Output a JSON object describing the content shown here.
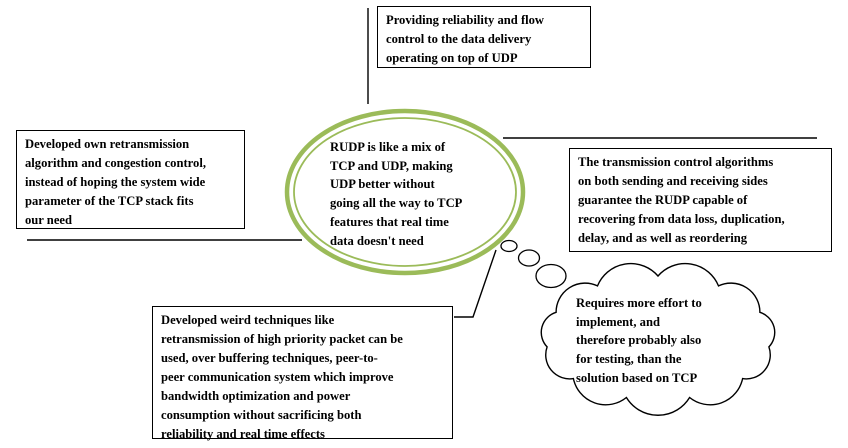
{
  "colors": {
    "bubble_border": "#9bbb59",
    "box_border": "#000000",
    "connector_line": "#000000",
    "text": "#000000",
    "background": "#ffffff"
  },
  "center_bubble": {
    "lines": [
      "RUDP is like a mix of",
      "TCP and UDP, making",
      "UDP better without",
      "going all the way to TCP",
      "features that real time",
      "data doesn't need"
    ]
  },
  "callouts": {
    "top": {
      "lines": [
        "Providing reliability and flow",
        "control to the data delivery",
        "operating on top of UDP"
      ]
    },
    "left": {
      "lines": [
        "Developed own retransmission",
        "algorithm and congestion control,",
        "instead of hoping the system wide",
        "parameter of the TCP stack fits",
        "our need"
      ]
    },
    "right": {
      "lines": [
        "The transmission control algorithms",
        "on both sending and receiving sides",
        "guarantee the RUDP capable of",
        "recovering from data loss, duplication,",
        "delay, and as well as reordering"
      ]
    },
    "bottom": {
      "lines": [
        "Developed weird techniques like",
        "retransmission of high priority packet can be",
        "used, over buffering techniques, peer-to-",
        "peer communication system which improve",
        "bandwidth optimization and power",
        "consumption without sacrificing both",
        "reliability and real time effects"
      ]
    },
    "cloud": {
      "lines": [
        "Requires more effort to",
        "implement, and",
        "therefore probably also",
        "for testing, than the",
        "solution based on TCP"
      ]
    }
  }
}
